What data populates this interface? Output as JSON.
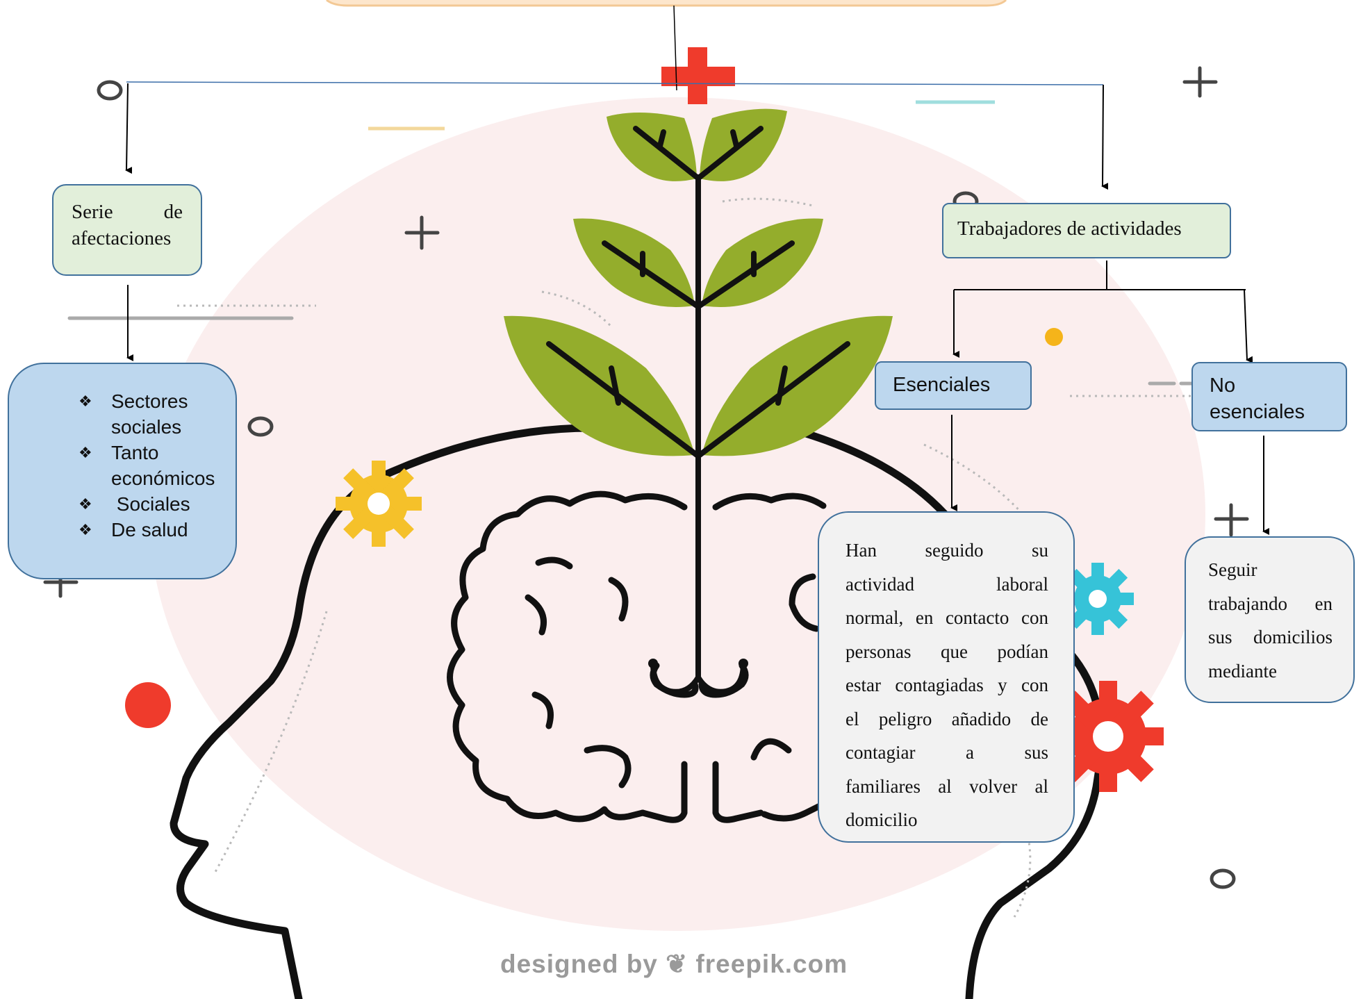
{
  "colors": {
    "box_border": "#41719c",
    "green_box_fill": "#e2efda",
    "blue_box_fill": "#bdd7ee",
    "grey_box_fill": "#f2f2f2",
    "leaf_green": "#94ad2c",
    "red_accent": "#ef3b2c",
    "pink_background": "#fbeeee"
  },
  "illustration": {
    "icons": [
      "head-outline-icon",
      "brain-icon",
      "plant-icon",
      "medical-cross-icon",
      "gear-icon"
    ],
    "watermark": "designed by ❦ freepik.com"
  },
  "nodes": {
    "afectaciones": {
      "label": "Serie de afectaciones"
    },
    "sectores": {
      "items": [
        "Sectores sociales",
        "Tanto económicos",
        " Sociales",
        "De salud"
      ],
      "bullet": "❖"
    },
    "trabajadores": {
      "label": "Trabajadores de actividades"
    },
    "esenciales": {
      "label": "Esenciales"
    },
    "no_esenciales": {
      "label": "No esenciales"
    },
    "esenciales_desc": {
      "lines": [
        "Han seguido su",
        "actividad laboral",
        "normal, en contacto con",
        "personas que podían",
        "estar contagiadas y con",
        "el peligro añadido de",
        "contagiar a sus",
        "familiares al volver al",
        "domicilio"
      ]
    },
    "no_esenciales_desc": {
      "lines": [
        "Seguir",
        "trabajando en",
        "sus domicilios",
        "mediante"
      ]
    }
  }
}
